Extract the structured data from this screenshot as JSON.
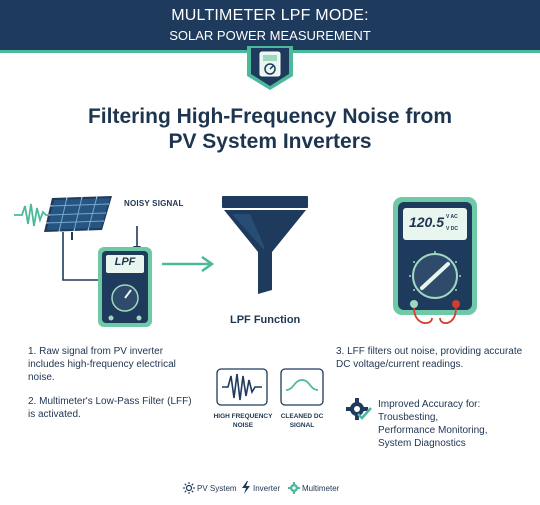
{
  "header": {
    "title": "MULTIMETER LPF MODE:",
    "subtitle": "SOLAR POWER MEASUREMENT"
  },
  "main_title": {
    "line1": "Filtering High-Frequency Noise from",
    "line2": "PV System Inverters"
  },
  "left": {
    "noisy_label": "NOISY SIGNAL",
    "meter_display": "LPF"
  },
  "center": {
    "function_label": "LPF Function",
    "high_freq_label": "HIGH FREQUENCY NOISE",
    "cleaned_label": "CLEANED DC SIGNAL"
  },
  "right": {
    "meter_display": "120.5",
    "unit_top": "V AC",
    "unit_bottom": "V DC"
  },
  "steps": {
    "step1": "1. Raw signal from PV inverter includes high-frequency electrical noise.",
    "step2": "2. Multimeter's Low-Pass Filter (LFF) is activated.",
    "step3": "3. LFF filters out noise, providing accurate DC voltage/current readings."
  },
  "accuracy": {
    "line1": "Improved Accuracy for:",
    "line2": "Trousbesting,",
    "line3": "Performance Monitoring,",
    "line4": "System Diagnostics"
  },
  "legend": {
    "item1": "PV System",
    "item2": "Inverter",
    "item3": "Multimeter"
  },
  "colors": {
    "navy": "#1e3a5c",
    "teal": "#4cb99a",
    "meter_green": "#6ec9a6",
    "probe_red": "#d43c2e"
  }
}
